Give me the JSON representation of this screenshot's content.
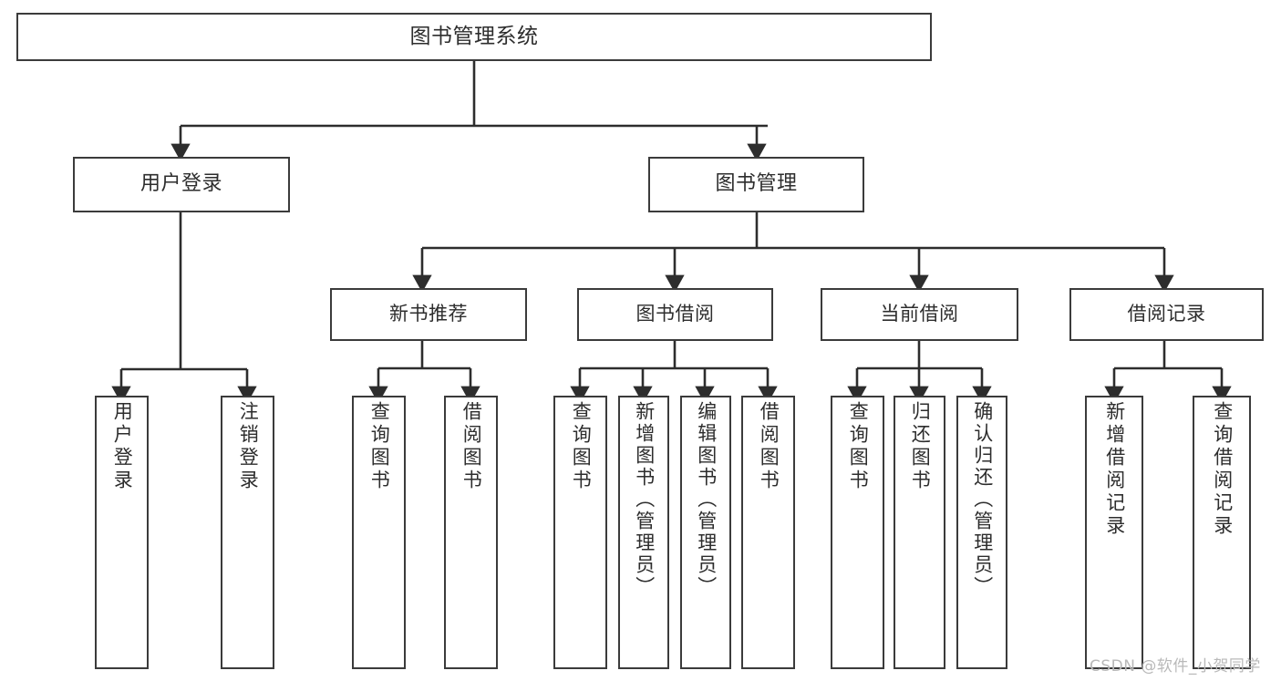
{
  "diagram": {
    "title": "图书管理系统",
    "type": "tree-hierarchy-chart",
    "orientation": "top-down",
    "colors": {
      "box_border": "#3b3b3b",
      "box_fill": "#ffffff",
      "edge": "#2d2d2d",
      "text": "#2d2d2d",
      "background": "#ffffff",
      "watermark": "#b9b9b9"
    }
  },
  "watermark": {
    "text": "CSDN @软件_小贺同学"
  },
  "nodes": {
    "root": {
      "label": "图书管理系统"
    },
    "level2": [
      {
        "id": "user-login",
        "label": "用户登录"
      },
      {
        "id": "book-manage",
        "label": "图书管理"
      }
    ],
    "level3": [
      {
        "id": "new-book-recommend",
        "label": "新书推荐"
      },
      {
        "id": "book-borrow",
        "label": "图书借阅"
      },
      {
        "id": "current-borrow",
        "label": "当前借阅"
      },
      {
        "id": "borrow-record",
        "label": "借阅记录"
      }
    ],
    "leaves": {
      "user-login": [
        {
          "id": "leaf-user-login",
          "label": "用户登录"
        },
        {
          "id": "leaf-logout-login",
          "label": "注销登录"
        }
      ],
      "new-book-recommend": [
        {
          "id": "leaf-query-book-1",
          "label": "查询图书"
        },
        {
          "id": "leaf-borrow-book-1",
          "label": "借阅图书"
        }
      ],
      "book-borrow": [
        {
          "id": "leaf-query-book-2",
          "label": "查询图书"
        },
        {
          "id": "leaf-add-book",
          "label": "新增图书（管理员）"
        },
        {
          "id": "leaf-edit-book",
          "label": "编辑图书（管理员）"
        },
        {
          "id": "leaf-borrow-book-2",
          "label": "借阅图书"
        }
      ],
      "current-borrow": [
        {
          "id": "leaf-query-book-3",
          "label": "查询图书"
        },
        {
          "id": "leaf-return-book",
          "label": "归还图书"
        },
        {
          "id": "leaf-confirm-return",
          "label": "确认归还（管理员）"
        }
      ],
      "borrow-record": [
        {
          "id": "leaf-add-record",
          "label": "新增借阅记录"
        },
        {
          "id": "leaf-query-record",
          "label": "查询借阅记录"
        }
      ]
    }
  }
}
